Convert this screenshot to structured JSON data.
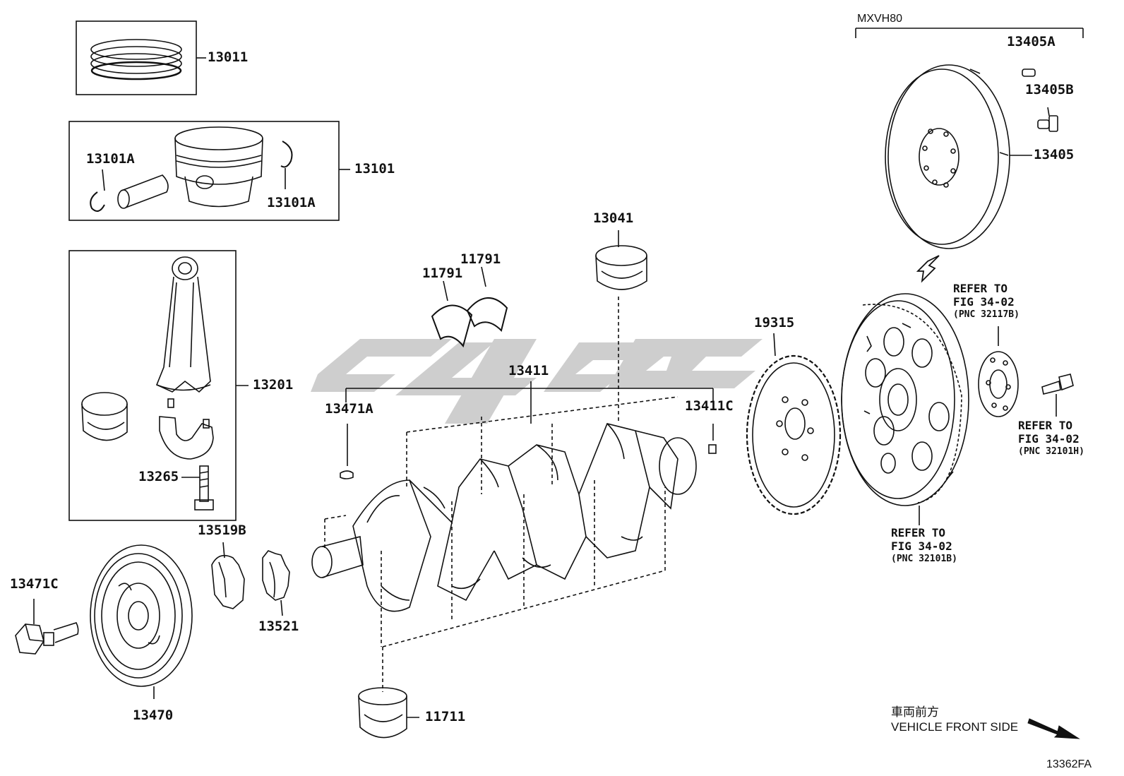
{
  "labels": {
    "p13011": "13011",
    "p13101": "13101",
    "p13101A_left": "13101A",
    "p13101A_right": "13101A",
    "p13201": "13201",
    "p13265": "13265",
    "p13041": "13041",
    "p11791_a": "11791",
    "p11791_b": "11791",
    "p13411": "13411",
    "p13471A": "13471A",
    "p13411C": "13411C",
    "p19315": "19315",
    "p13405A": "13405A",
    "p13405B": "13405B",
    "p13405": "13405",
    "p13519B": "13519B",
    "p13521": "13521",
    "p13471C": "13471C",
    "p13470": "13470",
    "p11711": "11711"
  },
  "model_group": "MXVH80",
  "refs": {
    "r1": {
      "line1": "REFER TO",
      "line2": "FIG 34-02",
      "line3": "(PNC 32117B)"
    },
    "r2": {
      "line1": "REFER TO",
      "line2": "FIG 34-02",
      "line3": "(PNC 32101H)"
    },
    "r3": {
      "line1": "REFER TO",
      "line2": "FIG 34-02",
      "line3": "(PNC 32101B)"
    }
  },
  "front_side": {
    "jp": "車両前方",
    "en": "VEHICLE FRONT SIDE"
  },
  "figure_code": "13362FA",
  "colors": {
    "line": "#111111",
    "watermark": "#c8c8c8"
  }
}
